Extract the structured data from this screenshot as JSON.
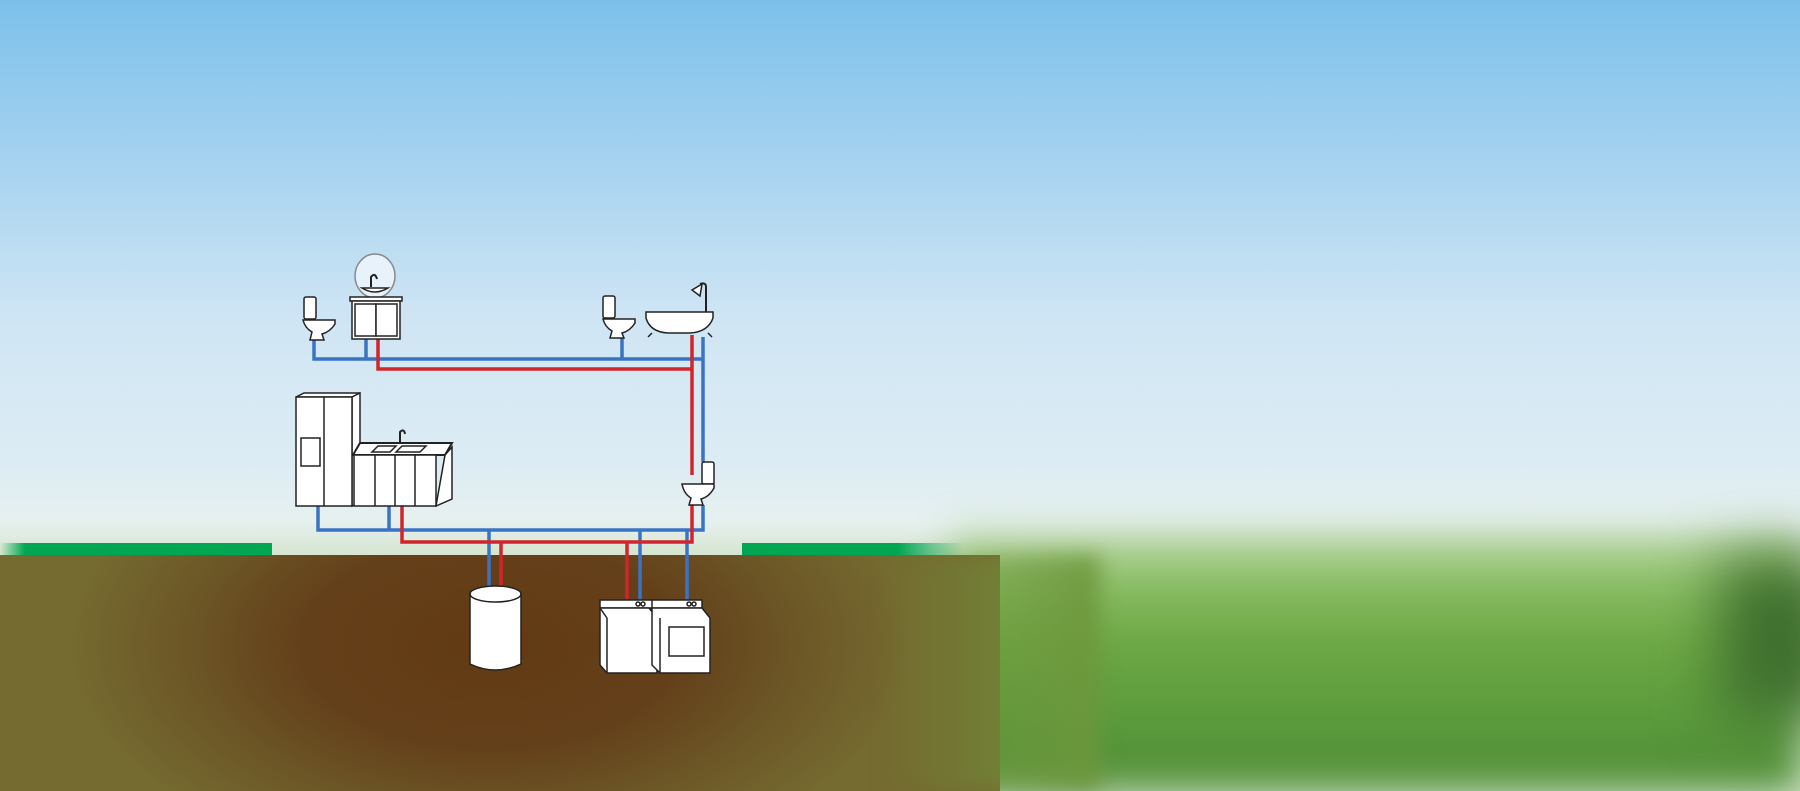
{
  "diagram": {
    "title": "",
    "colors": {
      "cold_water": "#3b73c4",
      "hot_water": "#d0262b",
      "lawn": "#00a651",
      "soil": "#623a12",
      "sky": "#7cc0ea"
    },
    "fixtures": [
      "toilet-upstairs-left",
      "bathroom-vanity",
      "toilet-upstairs-right",
      "bathtub",
      "refrigerator",
      "kitchen-sink",
      "toilet-main-floor",
      "water-heater",
      "washer",
      "dryer"
    ]
  }
}
